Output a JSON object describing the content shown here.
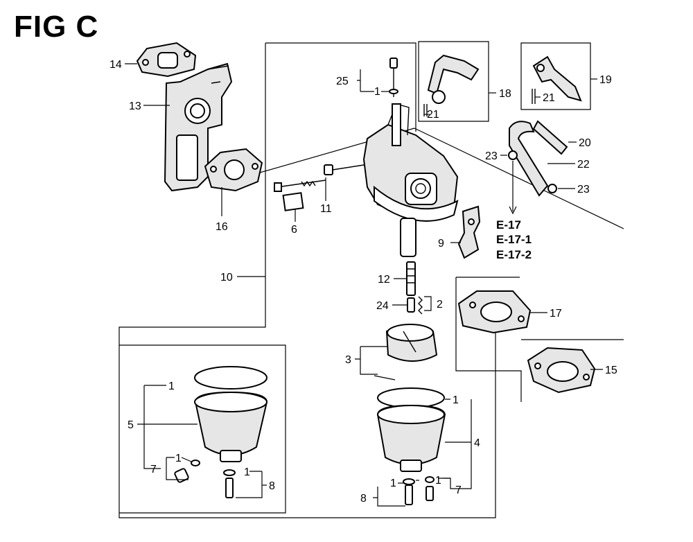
{
  "figure": {
    "title": "FIG C"
  },
  "callouts": {
    "c1a": "1",
    "c1b": "1",
    "c1c": "1",
    "c1d": "1",
    "c1e": "1",
    "c1f": "1",
    "c1g": "1",
    "c2": "2",
    "c3": "3",
    "c4": "4",
    "c5": "5",
    "c6": "6",
    "c7a": "7",
    "c7b": "7",
    "c8a": "8",
    "c8b": "8",
    "c9": "9",
    "c10": "10",
    "c11": "11",
    "c12": "12",
    "c13": "13",
    "c14": "14",
    "c15": "15",
    "c16": "16",
    "c17": "17",
    "c18": "18",
    "c19": "19",
    "c20": "20",
    "c21a": "21",
    "c21b": "21",
    "c22": "22",
    "c23a": "23",
    "c23b": "23",
    "c24": "24",
    "c25": "25"
  },
  "references": [
    "E-17",
    "E-17-1",
    "E-17-2"
  ]
}
